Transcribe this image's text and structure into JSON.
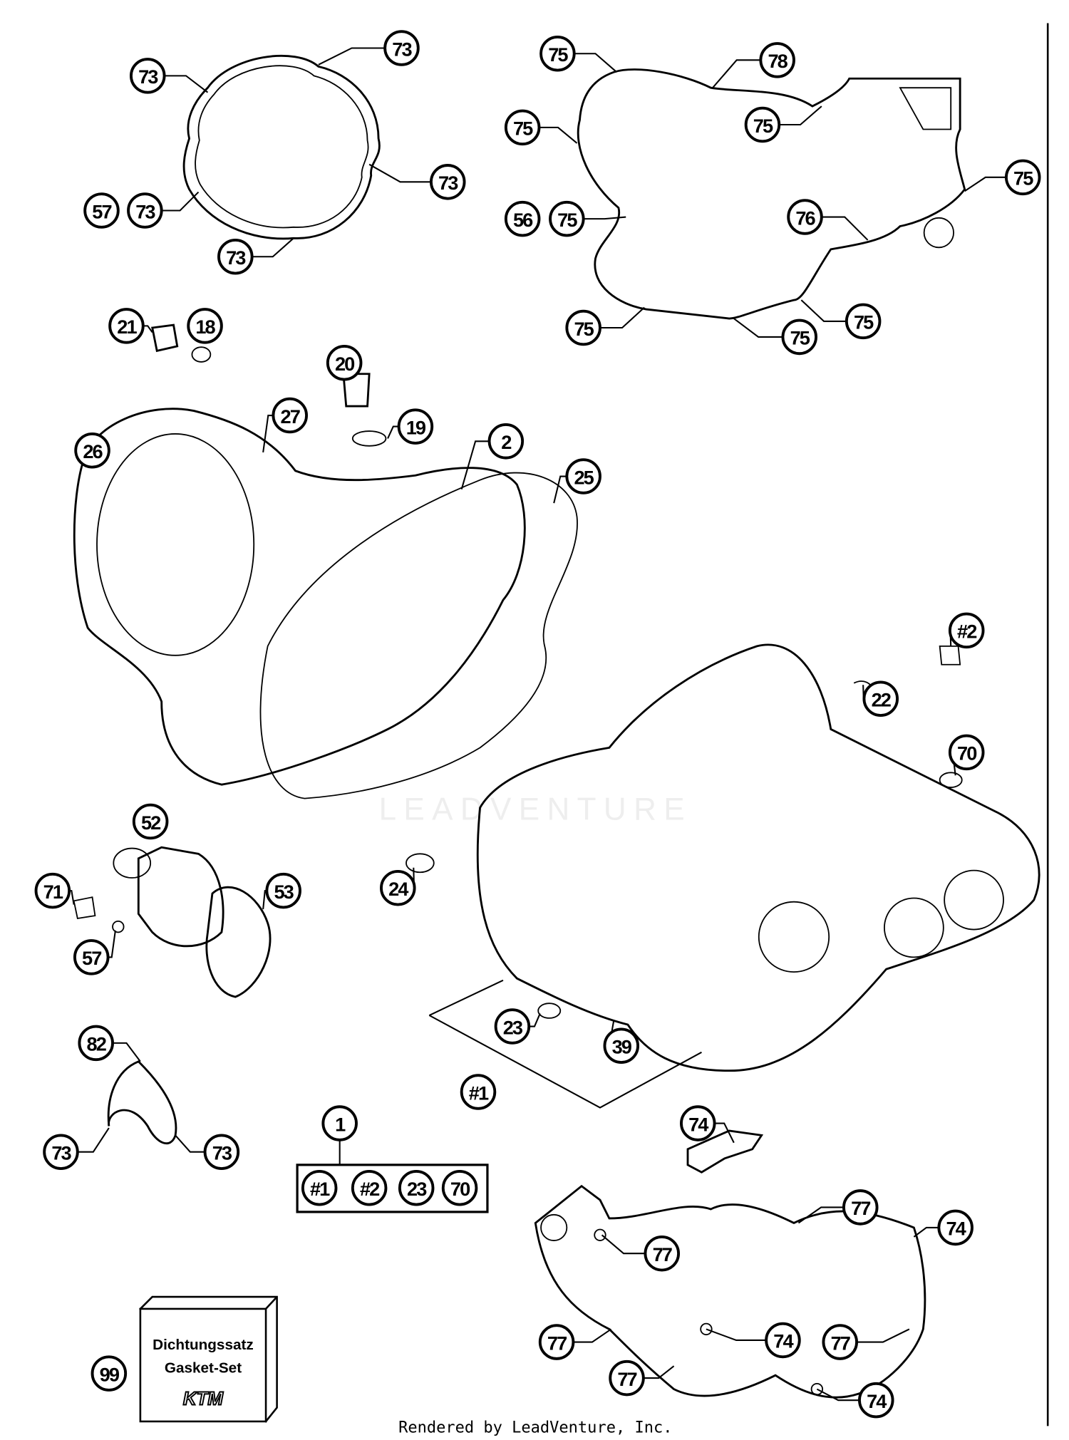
{
  "diagram": {
    "callouts": [
      "73",
      "73",
      "73",
      "57",
      "73",
      "73",
      "75",
      "78",
      "75",
      "75",
      "75",
      "56",
      "75",
      "76",
      "75",
      "75",
      "75",
      "21",
      "18",
      "20",
      "19",
      "27",
      "2",
      "26",
      "25",
      "#2",
      "22",
      "70",
      "52",
      "53",
      "71",
      "57",
      "24",
      "23",
      "39",
      "#1",
      "74",
      "82",
      "73",
      "73",
      "1",
      "99",
      "77",
      "74",
      "77",
      "77",
      "74",
      "77",
      "77",
      "74"
    ],
    "kit_box": {
      "items": [
        "#1",
        "#2",
        "23",
        "70"
      ]
    },
    "gasket_set_box": {
      "line1": "Dichtungssatz",
      "line2": "Gasket-Set",
      "logo": "KTM"
    },
    "watermark": "LEADVENTURE",
    "footer": "Rendered by LeadVenture, Inc."
  }
}
